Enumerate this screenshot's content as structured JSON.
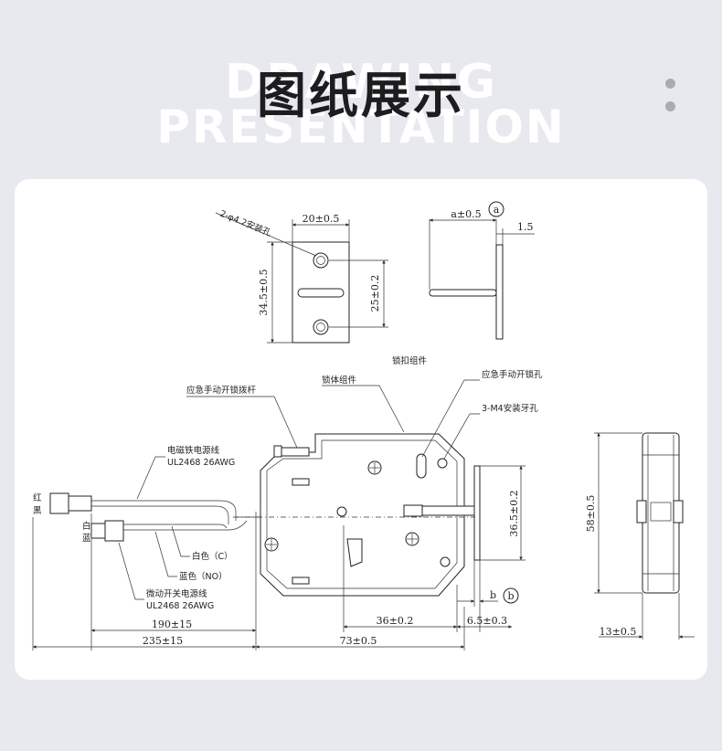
{
  "header": {
    "bg_line1": "DRAWING",
    "bg_line2": "PRESENTATION",
    "title": "图纸展示"
  },
  "colors": {
    "page_bg": "#e8e9ee",
    "card_bg": "#ffffff",
    "ink": "#222222",
    "dots": "#a9acb2"
  },
  "plate_view": {
    "holes_label": "2-φ4.2安装孔",
    "width_dim": "20±0.5",
    "height_dim": "34.5±0.5",
    "hole_spacing_dim": "25±0.2"
  },
  "bracket_view": {
    "dim_a": "a±0.5",
    "callout_a": "a",
    "thickness_dim": "1.5"
  },
  "main_view": {
    "label_latch_assembly": "锁扣组件",
    "label_body_assembly": "锁体组件",
    "label_emergency_lever": "应急手动开锁拨杆",
    "label_emergency_hole": "应急手动开锁孔",
    "label_m4_holes": "3-M4安装牙孔",
    "label_power_line_1": "电磁铁电源线",
    "label_power_line_2": "UL2468 26AWG",
    "label_red": "红",
    "label_black": "黑",
    "label_white": "白",
    "label_blue": "蓝",
    "label_white_c": "白色（C）",
    "label_blue_no": "蓝色（NO）",
    "label_switch_line_1": "微动开关电源线",
    "label_switch_line_2": "UL2468 26AWG",
    "dim_latch_height": "36.5±0.2",
    "dim_b": "b",
    "callout_b": "b",
    "dim_36": "36±0.2",
    "dim_6_5": "6.5±0.3",
    "dim_190": "190±15",
    "dim_235": "235±15",
    "dim_73": "73±0.5"
  },
  "side_view": {
    "height_dim": "58±0.5",
    "width_dim": "13±0.5"
  }
}
